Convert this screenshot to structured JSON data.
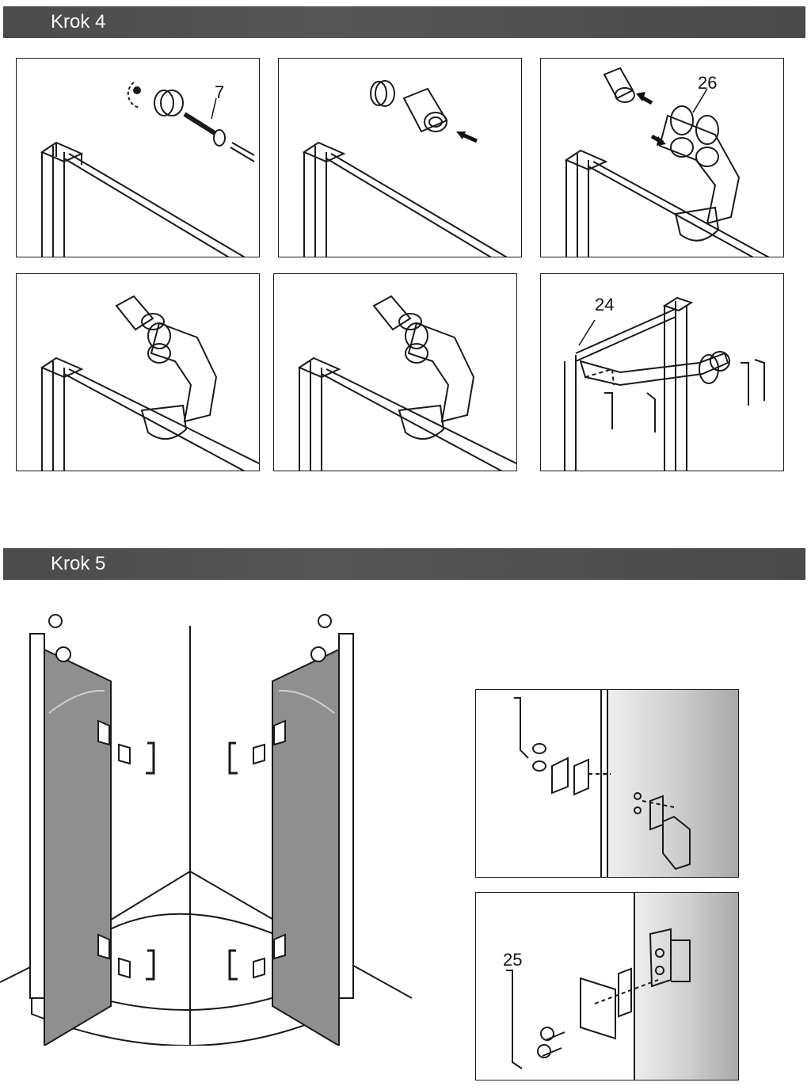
{
  "steps": [
    {
      "title": "Krok 4"
    },
    {
      "title": "Krok 5"
    }
  ],
  "callouts": {
    "panel1": "7",
    "panel3": "26",
    "panel6": "24",
    "detail2": "25"
  },
  "colors": {
    "header_bg": "#4d4d4d",
    "header_text": "#ffffff",
    "glass": "#8f8f8f",
    "line": "#1a1a1a"
  }
}
